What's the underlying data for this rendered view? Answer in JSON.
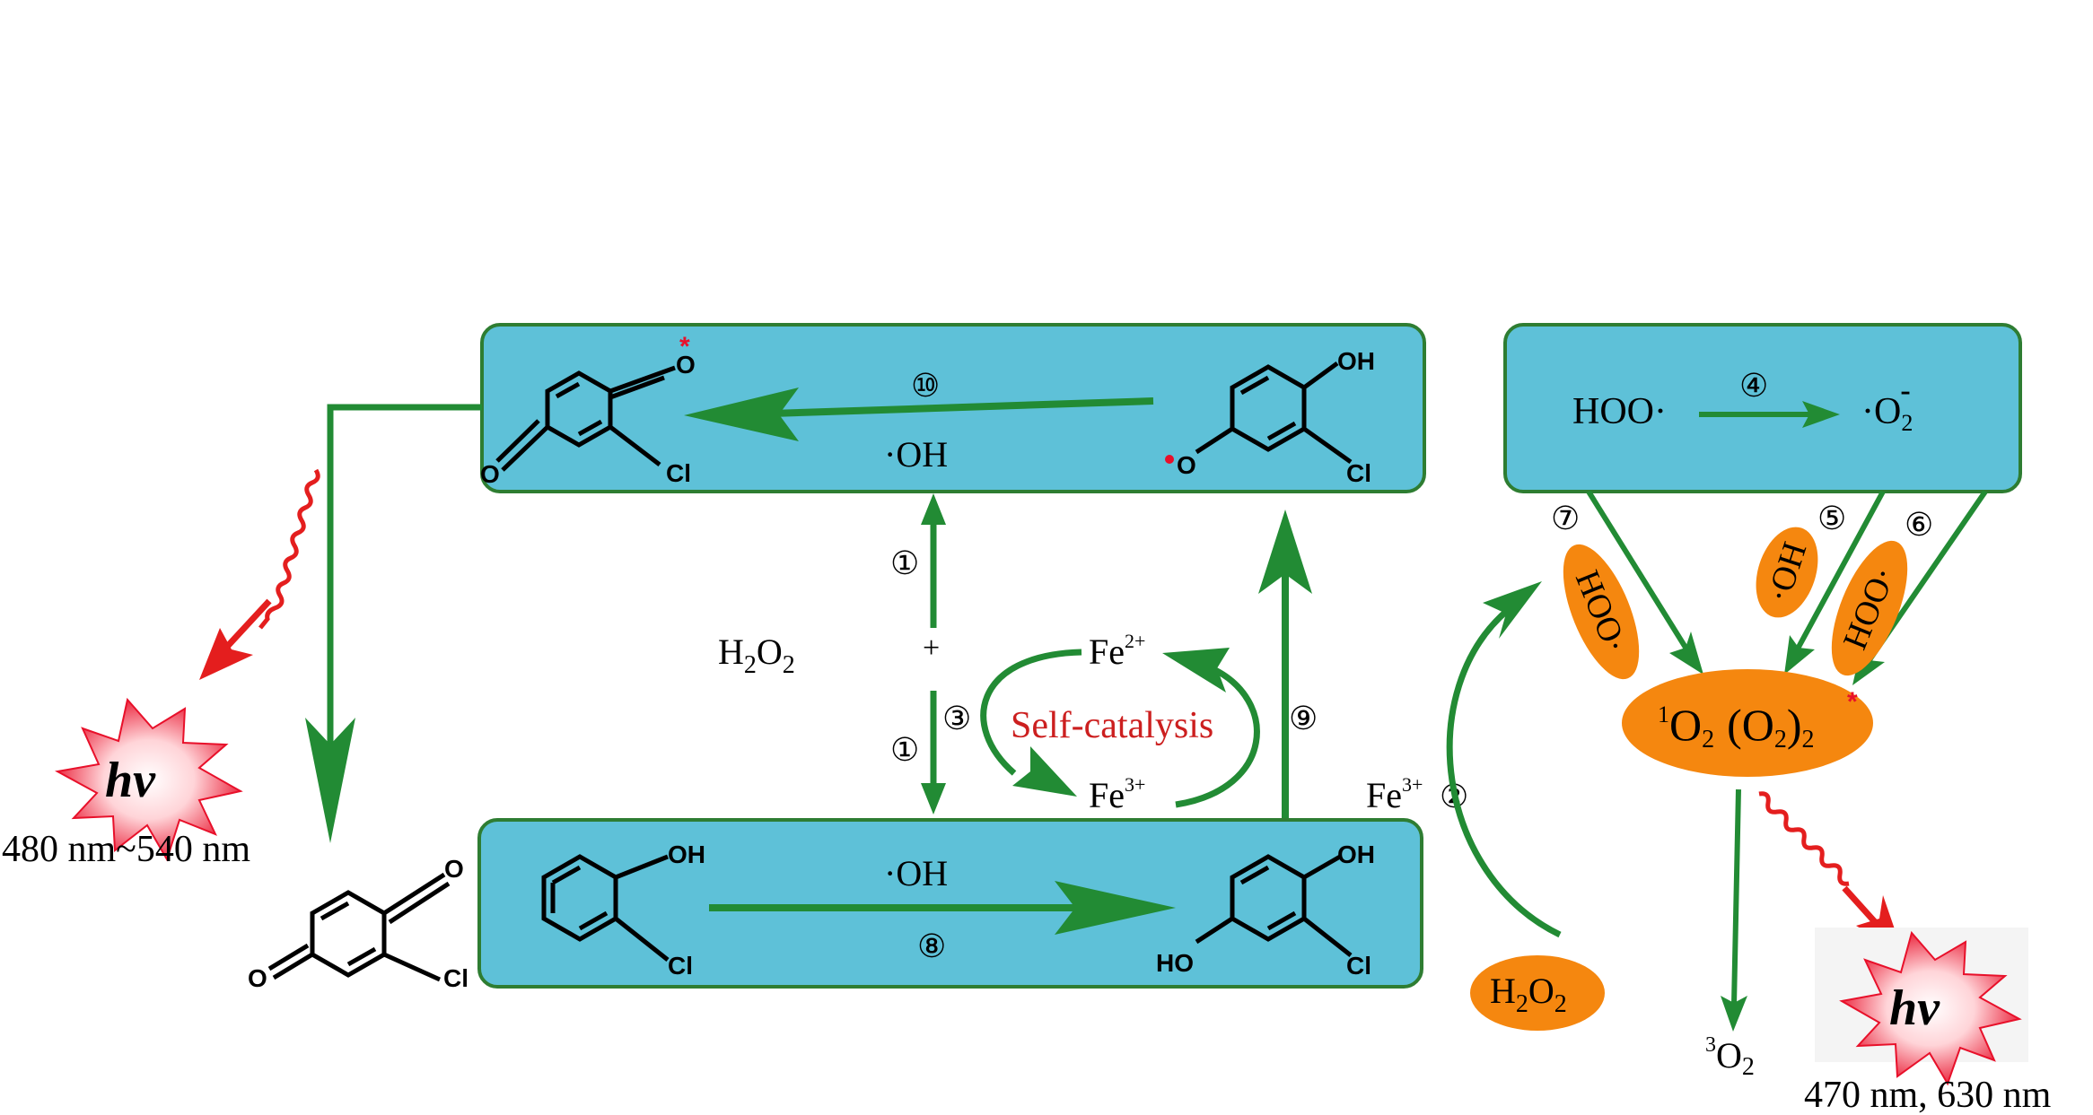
{
  "colors": {
    "box_fill": "#5ec1d8",
    "box_stroke": "#2e7d32",
    "arrow_green": "#228b34",
    "ellipse_orange": "#f5870f",
    "ellipse_orange_stroke": "#f27a00",
    "emission_red": "#e41e1e",
    "self_catalysis_text": "#cc1f1f",
    "star_red": "#e8102a"
  },
  "icons": {
    "emission_left": "starburst-hv-icon",
    "emission_right": "starburst-hv-icon",
    "wavy_arrow": "wavy-red-arrow-icon"
  },
  "top_left_box": {
    "step": "⑩",
    "reagent": "·OH",
    "atoms": {
      "o_star": "O",
      "o_left": "O",
      "cl": "Cl",
      "oh_right": "OH",
      "o_radical": "O",
      "cl_right": "Cl"
    },
    "star": "*"
  },
  "bottom_box": {
    "step": "⑧",
    "reagent": "·OH",
    "atoms": {
      "oh_left": "OH",
      "cl_left": "Cl",
      "oh_right": "OH",
      "ho_right": "HO",
      "cl_right": "Cl"
    }
  },
  "product_left": {
    "atoms": {
      "o_top": "O",
      "o_left": "O",
      "cl": "Cl"
    }
  },
  "center": {
    "h2o2": "H",
    "h2o2_sub1": "2",
    "h2o2_o": "O",
    "h2o2_sub2": "2",
    "plus": "+",
    "step1_top": "①",
    "step1_bottom": "①",
    "step3": "③",
    "step9": "⑨",
    "fe2": "Fe",
    "fe2_sup": "2+",
    "fe3": "Fe",
    "fe3_sup": "3+",
    "self_catalysis": "Self-catalysis"
  },
  "right_panel": {
    "hoo": "HOO·",
    "step4": "④",
    "o2_minus": "·O",
    "o2_minus_sub": "2",
    "o2_minus_sup": "-",
    "step7": "⑦",
    "step5": "⑤",
    "step6": "⑥",
    "ell_hoo_left": "HOO·",
    "ell_oh": "·OH",
    "ell_hoo_right": "HOO·",
    "singlet_sup": "1",
    "singlet_o": "O",
    "singlet_sub": "2",
    "dimer": "(O",
    "dimer_sub": "2",
    "dimer_close": ")",
    "dimer_sub2": "2",
    "star": "*",
    "fe3": "Fe",
    "fe3_sup": "3+",
    "step2": "②",
    "h2o2": "H",
    "h2o2_sub1": "2",
    "h2o2_o": "O",
    "h2o2_sub2": "2",
    "triplet_sup": "3",
    "triplet_o": "O",
    "triplet_sub": "2"
  },
  "emission": {
    "left_symbol": "hν",
    "left_range": "480 nm~540 nm",
    "right_symbol": "hν",
    "right_range": "470 nm, 630 nm"
  }
}
